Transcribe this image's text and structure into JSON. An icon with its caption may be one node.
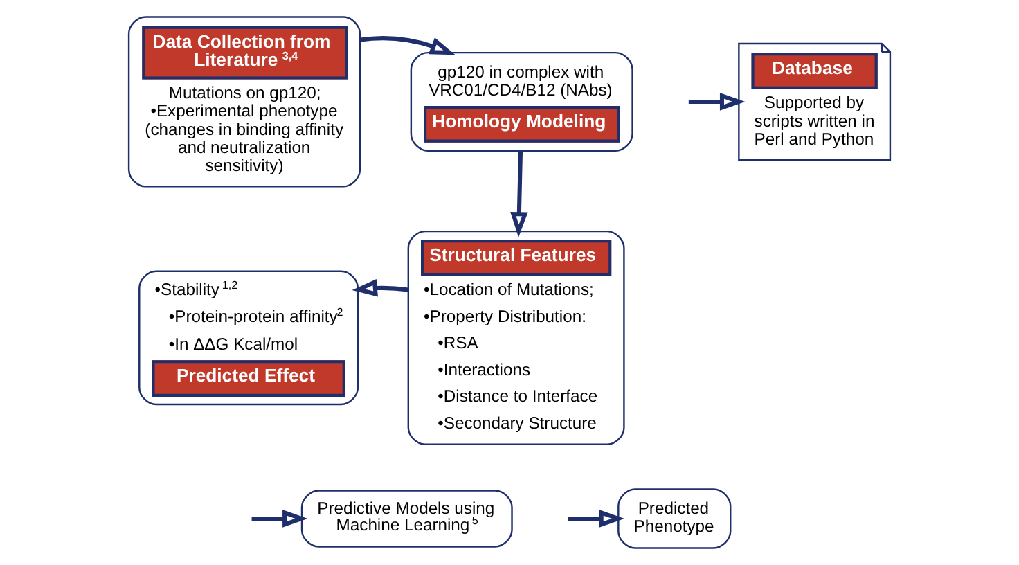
{
  "diagram": {
    "nodes": [
      {
        "text": [
          "Data Collection from Literature$^{3,4}$",
          "Mutations on gp120; •Experimental phenotype (changes in binding affinity and neutralization sensitivity)"
        ]
      },
      {
        "text": [
          "gp120 in complex with VRC01/CD4/B12 (NAbs)",
          "Homology Modeling"
        ]
      },
      {
        "text": [
          "Database",
          "Supported by scripts written in Perl and Python"
        ]
      },
      {
        "text": [
          "Structural Features",
          "•Location of Mutations;",
          "•Property Distribution:",
          "•RSA",
          "•Interactions",
          "•Distance to Interface",
          "•Secondary Structure"
        ]
      },
      {
        "text": [
          "•Stability$^{1,2}$",
          "•Protein-protein affinity$^{2}$",
          "•In ΔΔG Kcal/mol",
          "Predicted Effect"
        ]
      },
      {
        "text": [
          "Predictive Models using Machine Learning$^{5}$"
        ]
      },
      {
        "text": [
          "Predicted Phenotype"
        ]
      }
    ],
    "edges": [
      {
        "from": 0,
        "to": 1,
        "arrow": "to"
      },
      {
        "from": 1,
        "to": 3,
        "arrow": "to"
      },
      {
        "from": null,
        "to": 2,
        "arrow": "to"
      },
      {
        "from": 3,
        "to": 4,
        "arrow": "to"
      },
      {
        "from": null,
        "to": 5,
        "arrow": "to"
      },
      {
        "from": null,
        "to": 6,
        "arrow": "to"
      }
    ]
  }
}
